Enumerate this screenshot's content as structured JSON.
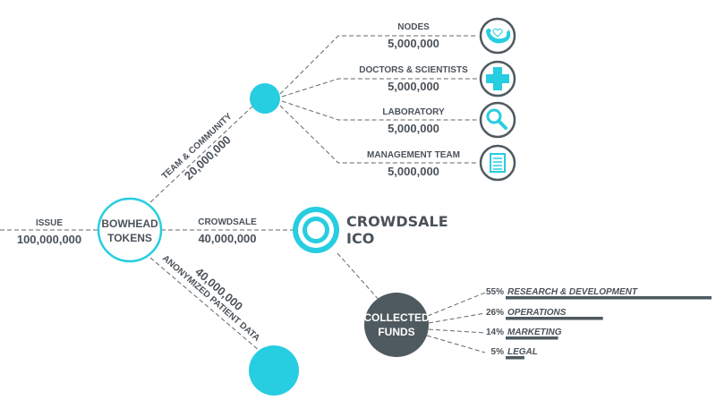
{
  "root": {
    "label": "ISSUE",
    "amount": "100,000,000",
    "node_line1": "BOWHEAD",
    "node_line2": "TOKENS"
  },
  "branches": {
    "team": {
      "label": "TEAM & COMMUNITY",
      "amount": "20,000,000"
    },
    "crowdsale": {
      "label": "CROWDSALE",
      "amount": "40,000,000"
    },
    "patient": {
      "label": "ANONYMIZED PATIENT DATA",
      "amount": "40,000,000"
    }
  },
  "team_items": [
    {
      "label": "NODES",
      "amount": "5,000,000",
      "icon": "whale-heart-icon"
    },
    {
      "label": "DOCTORS & SCIENTISTS",
      "amount": "5,000,000",
      "icon": "plus-cross-icon"
    },
    {
      "label": "LABORATORY",
      "amount": "5,000,000",
      "icon": "magnifier-icon"
    },
    {
      "label": "MANAGEMENT TEAM",
      "amount": "5,000,000",
      "icon": "document-icon"
    }
  ],
  "ico": {
    "line1": "CROWDSALE",
    "line2": "ICO"
  },
  "funds": {
    "node_line1": "COLLECTED",
    "node_line2": "FUNDS",
    "items": [
      {
        "pct": "55%",
        "name": "RESEARCH & DEVELOPMENT",
        "value": 55
      },
      {
        "pct": "26%",
        "name": "OPERATIONS",
        "value": 26
      },
      {
        "pct": "14%",
        "name": "MARKETING",
        "value": 14
      },
      {
        "pct": "5%",
        "name": "LEGAL",
        "value": 5
      }
    ]
  },
  "colors": {
    "accent": "#27cde0",
    "dark": "#4f5a60",
    "text": "#4b5259",
    "line": "#666666"
  }
}
